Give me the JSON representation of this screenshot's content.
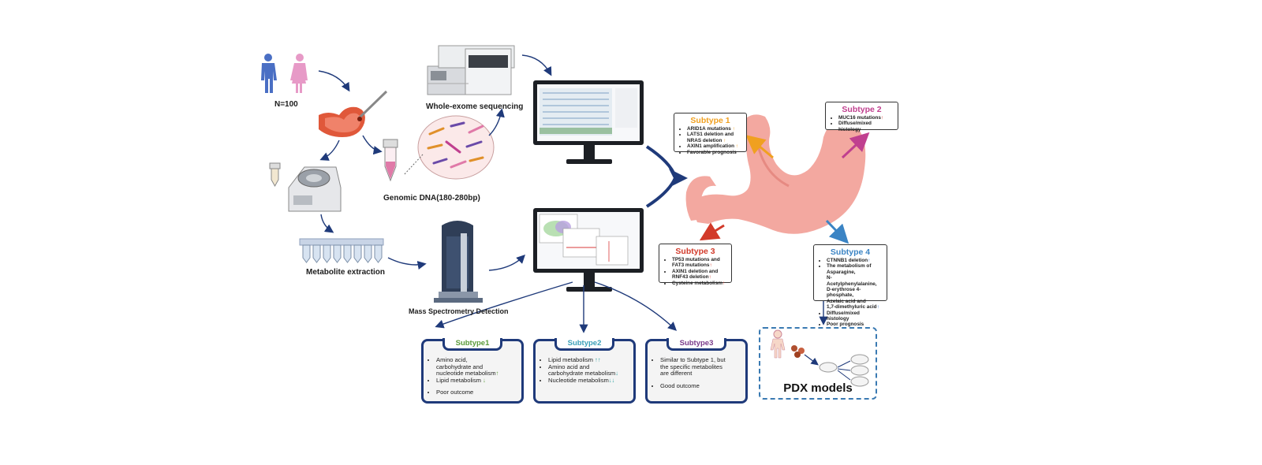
{
  "labels": {
    "cohort": "N=100",
    "wes": "Whole-exome sequencing",
    "genomic_dna": "Genomic DNA(180-280bp)",
    "metabolite": "Metabolite extraction",
    "mass_spec": "Mass Spectrometry Detection"
  },
  "genomic_subtypes": [
    {
      "title": "Subtype 1",
      "color": "#f0a020",
      "items": [
        "ARID1A mutations",
        "LATS1 deletion and",
        "NRAS deletion",
        "AXIN1 amplification",
        "Favorable prognosis"
      ]
    },
    {
      "title": "Subtype 2",
      "color": "#c0408f",
      "items": [
        "MUC16 mutations",
        "Diffuse/mixed histology"
      ]
    },
    {
      "title": "Subtype 3",
      "color": "#d23a2a",
      "items": [
        "TP53 mutations and",
        "FAT3 mutations",
        "AXIN1 deletion and",
        "RNF43 deletion",
        "Cysteine metabolism"
      ]
    },
    {
      "title": "Subtype 4",
      "color": "#3b84c4",
      "items": [
        "CTNNB1 deletion",
        "The metabolism of",
        "Asparagine,",
        "N-Acetylphenylalanine,",
        "D-erythrose 4-phosphate,",
        "Azelaic acid and",
        "1,7-dimethyluric acid",
        "Diffuse/mixed histology",
        "Poor prognosis"
      ]
    }
  ],
  "metabolic_subtypes": [
    {
      "title": "Subtype1",
      "color": "#5a9a3a",
      "items": [
        "Amino acid,",
        "carbohydrate  and",
        "nucleotide metabolism",
        "Lipid metabolism",
        "Poor outcome"
      ]
    },
    {
      "title": "Subtype2",
      "color": "#3aa0b8",
      "items": [
        "Lipid metabolism",
        "Amino acid and",
        "carbohydrate metabolism",
        "Nucleotide metabolism"
      ]
    },
    {
      "title": "Subtype3",
      "color": "#7a3a8a",
      "items": [
        "Similar to Subtype 1, but",
        "the specific metabolites",
        "are different",
        "Good outcome"
      ]
    }
  ],
  "pdx": {
    "label": "PDX models"
  },
  "colors": {
    "arrow": "#1f3a7a",
    "stomach": "#f3a8a0",
    "box_border": "#1f3a7a",
    "pdx_border": "#3a7ab2"
  },
  "icons": [
    "human-figures-icon",
    "stomach-biopsy-icon",
    "sequencer-icon",
    "dna-fragments-icon",
    "tube-icon",
    "centrifuge-icon",
    "tube-rack-icon",
    "mass-spectrometer-icon",
    "monitor-icon",
    "stomach-icon",
    "mouse-icon"
  ]
}
